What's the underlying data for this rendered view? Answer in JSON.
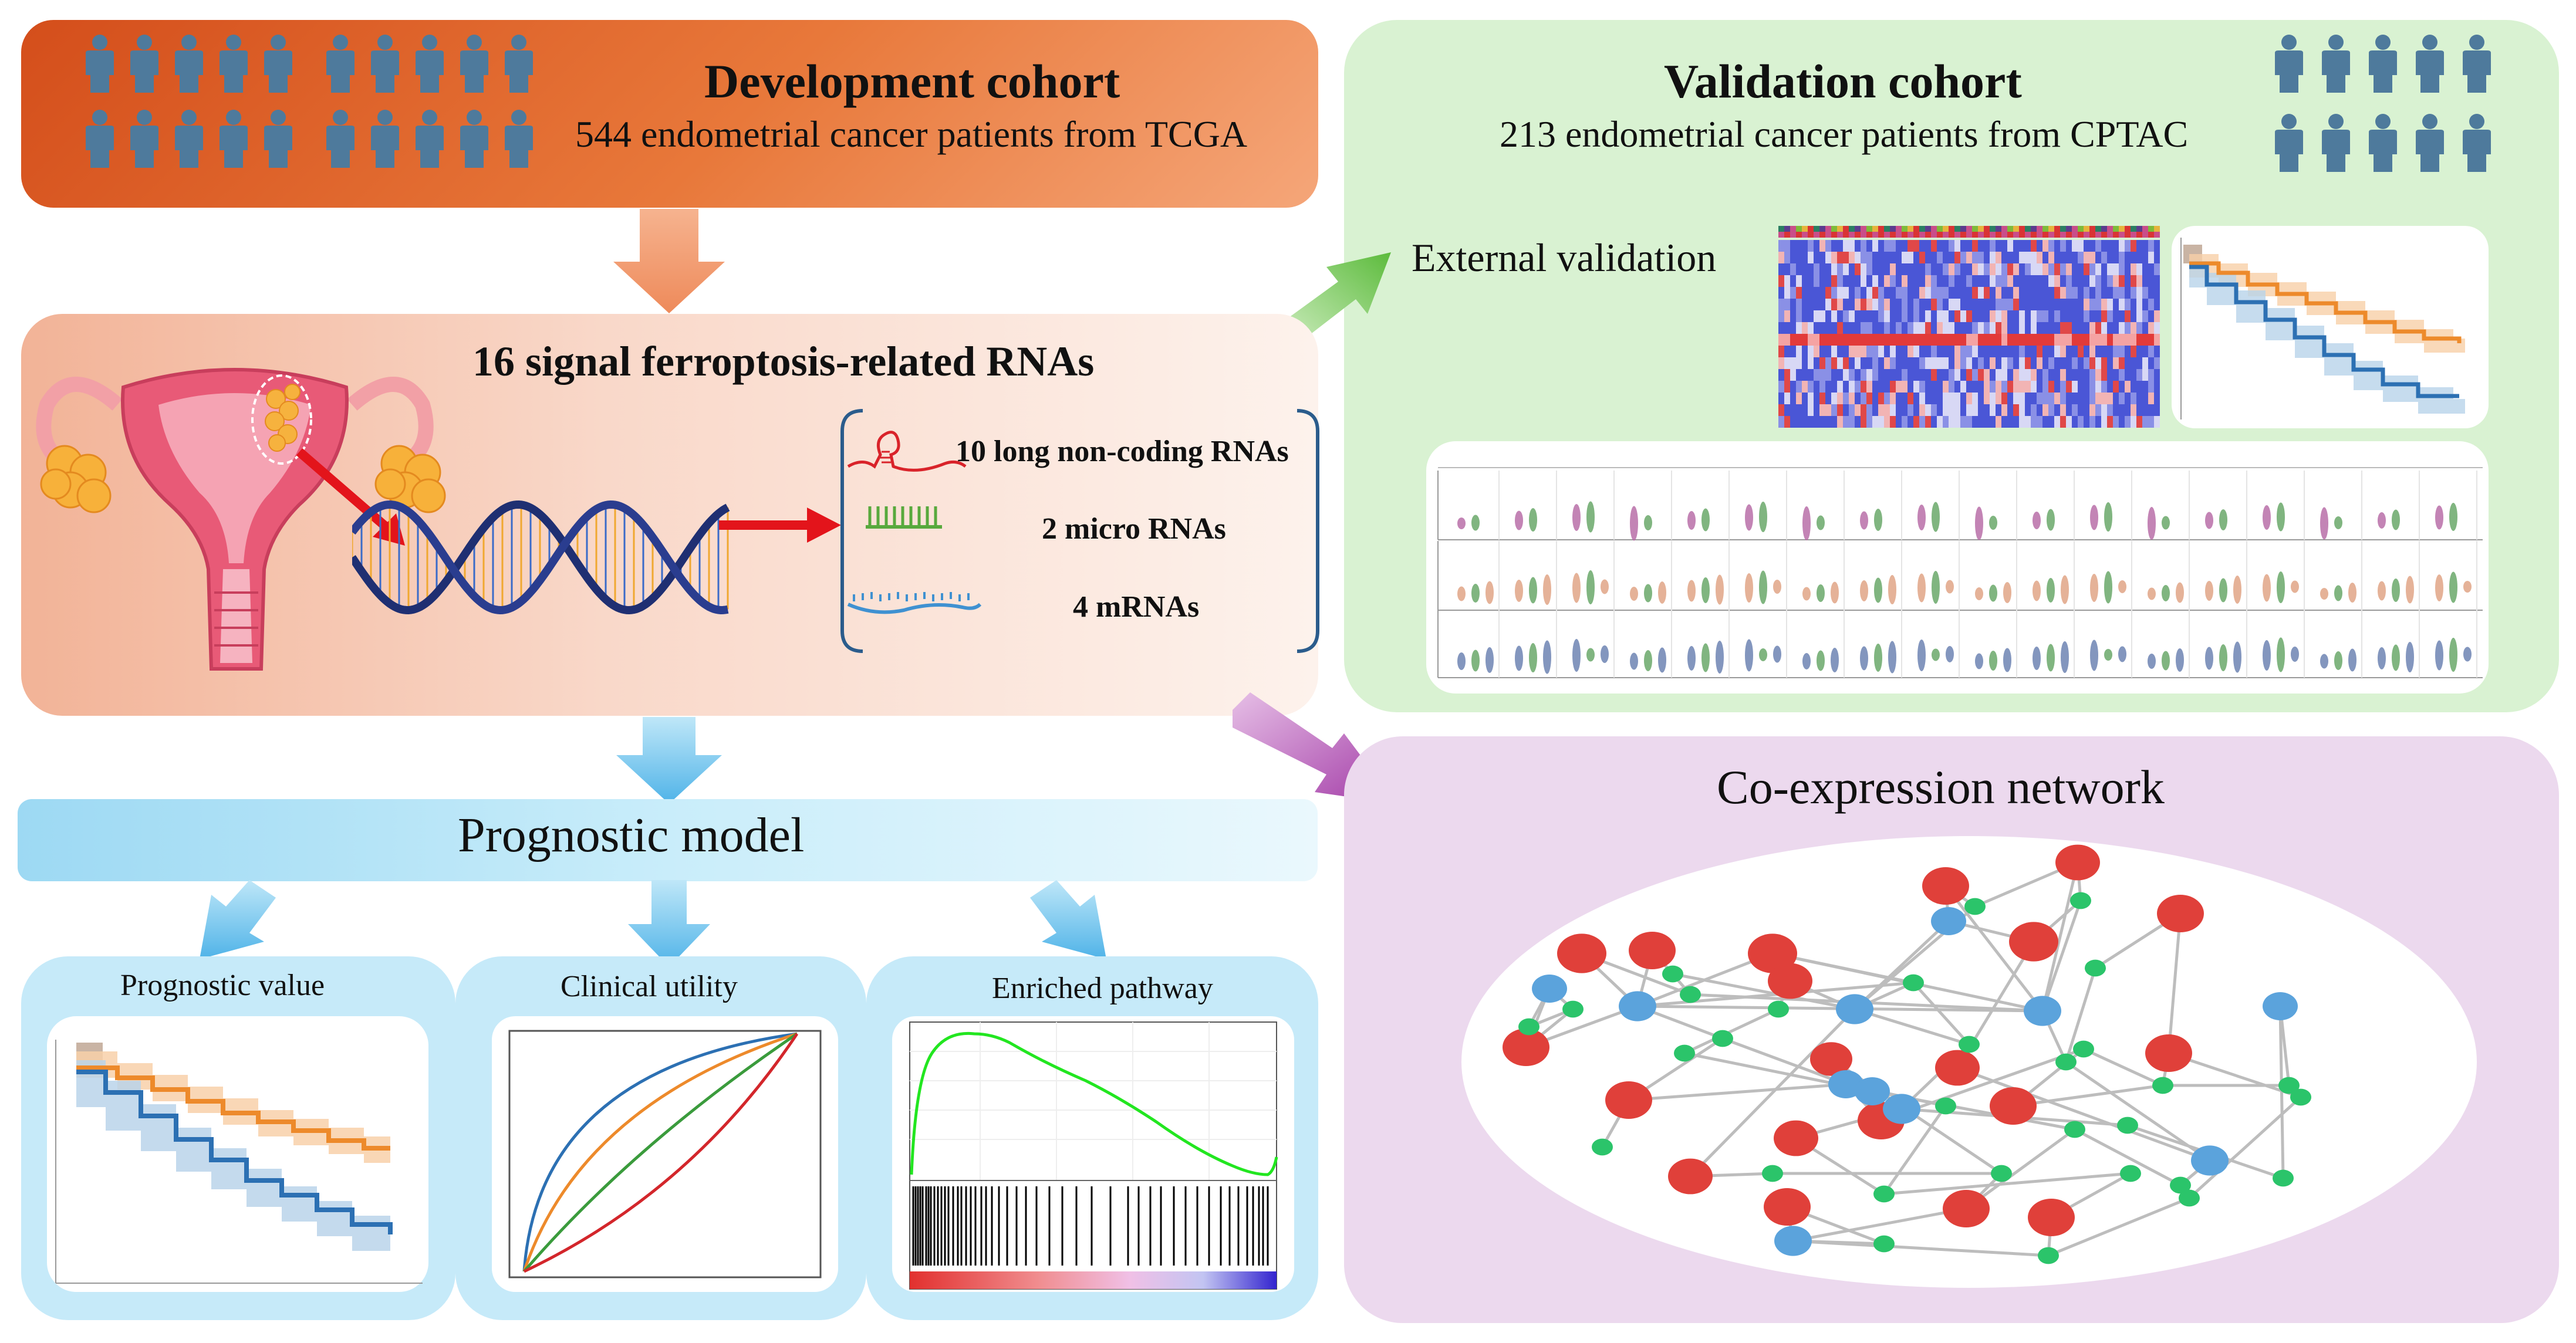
{
  "development": {
    "title": "Development cohort",
    "subtitle": "544 endometrial cancer patients from TCGA"
  },
  "validation": {
    "title": "Validation cohort",
    "subtitle": "213 endometrial cancer patients from CPTAC",
    "external_label": "External validation"
  },
  "signature": {
    "title": "16 signal ferroptosis-related RNAs",
    "lncrna_label": "10 long non-coding RNAs",
    "mirna_label": "2 micro RNAs",
    "mrna_label": "4 mRNAs"
  },
  "model": {
    "title": "Prognostic model",
    "prognostic_value": "Prognostic value",
    "clinical_utility": "Clinical utility",
    "enriched_pathway": "Enriched pathway"
  },
  "network": {
    "title": "Co-expression network"
  },
  "colors": {
    "orange_panel": "#e46a2c",
    "green_panel": "#d9f2d2",
    "peach_panel": "#f6cbb8",
    "blue_bar": "#bfe6f7",
    "purple_panel": "#ecd9ee",
    "person_icon": "#4e7a9c",
    "node_red": "#e0403a",
    "node_blue": "#5ba3dc",
    "node_green": "#2bc46a"
  }
}
